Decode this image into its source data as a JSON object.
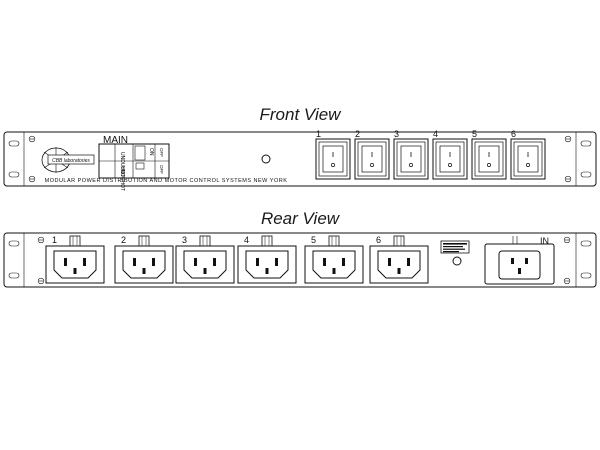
{
  "front": {
    "title": "Front View",
    "main_label": "MAIN",
    "breaker_label_left": "UNDUHOT",
    "breaker_label_right": "ON",
    "breaker_small_a": "OFF",
    "breaker_small_b": "OFF",
    "logo_text": "CBB laboratories",
    "tagline": "MODULAR POWER DISTRIBUTION AND MOTOR CONTROL SYSTEMS   NEW YORK",
    "switches": [
      "1",
      "2",
      "3",
      "4",
      "5",
      "6"
    ]
  },
  "rear": {
    "title": "Rear View",
    "outlets": [
      "1",
      "2",
      "3",
      "4",
      "5",
      "6"
    ],
    "inlet_label": "IN"
  }
}
